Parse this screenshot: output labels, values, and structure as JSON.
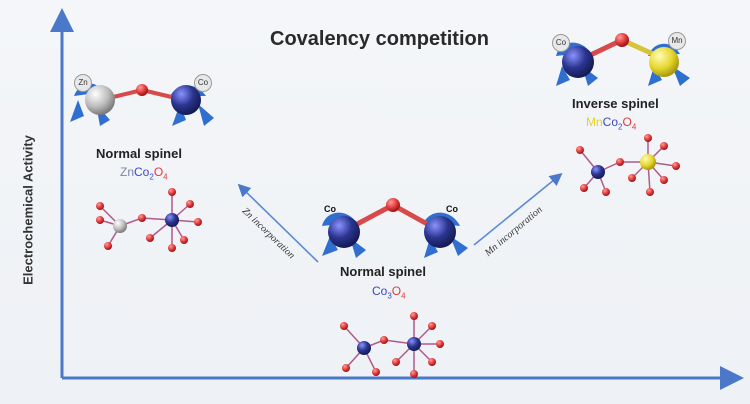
{
  "title": "Covalency competition",
  "y_axis_label": "Electrochemical Activity",
  "left": {
    "tag_a": "Zn",
    "tag_b": "Co",
    "name": "Normal spinel",
    "formula": {
      "a": "Zn",
      "b": "Co",
      "b_sub": "2",
      "c": "O",
      "c_sub": "4"
    },
    "arrow_label": "Zn incorporation"
  },
  "center": {
    "tag_a": "Co",
    "tag_b": "Co",
    "name": "Normal spinel",
    "formula": {
      "b": "Co",
      "b_sub": "3",
      "c": "O",
      "c_sub": "4"
    }
  },
  "right": {
    "tag_a": "Co",
    "tag_b": "Mn",
    "name": "Inverse spinel",
    "formula": {
      "a": "Mn",
      "b": "Co",
      "b_sub": "2",
      "c": "O",
      "c_sub": "4"
    },
    "arrow_label": "Mn incorporation"
  },
  "colors": {
    "axis": "#4b78c8",
    "cobalt": "#2b3590",
    "oxygen": "#e03a3a",
    "zinc": "#c7c7c7",
    "manganese": "#e6d72e",
    "bird_body": "#2f6fd0"
  },
  "icons": [
    "bird-molecule-icon",
    "tetrahedral-octahedral-cluster-icon"
  ]
}
